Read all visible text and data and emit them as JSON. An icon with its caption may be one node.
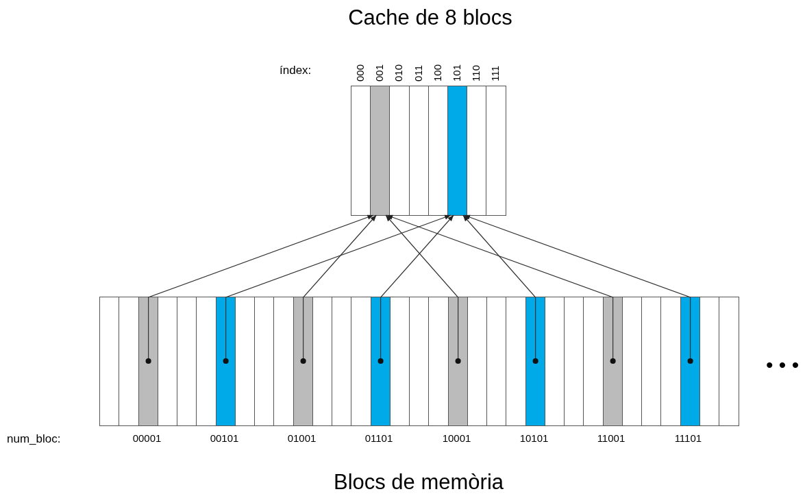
{
  "diagram": {
    "title": "Cache de 8 blocs",
    "caption": "Blocs de memòria",
    "nodes": [
      {
        "text": [
          "000"
        ]
      },
      {
        "text": [
          "001"
        ]
      },
      {
        "text": [
          "010"
        ]
      },
      {
        "text": [
          "011"
        ]
      },
      {
        "text": [
          "100"
        ]
      },
      {
        "text": [
          "101"
        ]
      },
      {
        "text": [
          "110"
        ]
      },
      {
        "text": [
          "111"
        ]
      },
      {
        "text": [],
        "shape": "bar"
      },
      {
        "text": [],
        "shape": "bar"
      },
      {
        "text": [
          "00001"
        ]
      },
      {
        "text": [],
        "shape": "bar"
      },
      {
        "text": [],
        "shape": "bar"
      },
      {
        "text": [],
        "shape": "bar"
      },
      {
        "text": [
          "00101"
        ]
      },
      {
        "text": [],
        "shape": "bar"
      },
      {
        "text": [],
        "shape": "bar"
      },
      {
        "text": [],
        "shape": "bar"
      },
      {
        "text": [
          "01001"
        ]
      },
      {
        "text": [],
        "shape": "bar"
      },
      {
        "text": [],
        "shape": "bar"
      },
      {
        "text": [],
        "shape": "bar"
      },
      {
        "text": [
          "01101"
        ]
      },
      {
        "text": [],
        "shape": "bar"
      },
      {
        "text": [],
        "shape": "bar"
      },
      {
        "text": [],
        "shape": "bar"
      },
      {
        "text": [
          "10001"
        ]
      },
      {
        "text": [],
        "shape": "bar"
      },
      {
        "text": [],
        "shape": "bar"
      },
      {
        "text": [],
        "shape": "bar"
      },
      {
        "text": [
          "10101"
        ]
      },
      {
        "text": [],
        "shape": "bar"
      },
      {
        "text": [],
        "shape": "bar"
      },
      {
        "text": [],
        "shape": "bar"
      },
      {
        "text": [
          "11001"
        ]
      },
      {
        "text": [],
        "shape": "bar"
      },
      {
        "text": [],
        "shape": "bar"
      },
      {
        "text": [],
        "shape": "bar"
      },
      {
        "text": [
          "11101"
        ]
      },
      {
        "text": [],
        "shape": "bar"
      },
      {
        "text": [],
        "shape": "bar"
      }
    ],
    "edges": [
      {
        "from": 10,
        "to": 1,
        "arrow": "to"
      },
      {
        "from": 14,
        "to": 5,
        "arrow": "to"
      },
      {
        "from": 18,
        "to": 1,
        "arrow": "to"
      },
      {
        "from": 22,
        "to": 5,
        "arrow": "to"
      },
      {
        "from": 26,
        "to": 1,
        "arrow": "to"
      },
      {
        "from": 30,
        "to": 5,
        "arrow": "to"
      },
      {
        "from": 34,
        "to": 1,
        "arrow": "to"
      },
      {
        "from": 38,
        "to": 5,
        "arrow": "to"
      }
    ],
    "labels": [
      "índex:",
      "num_bloc:",
      "• • •"
    ]
  }
}
